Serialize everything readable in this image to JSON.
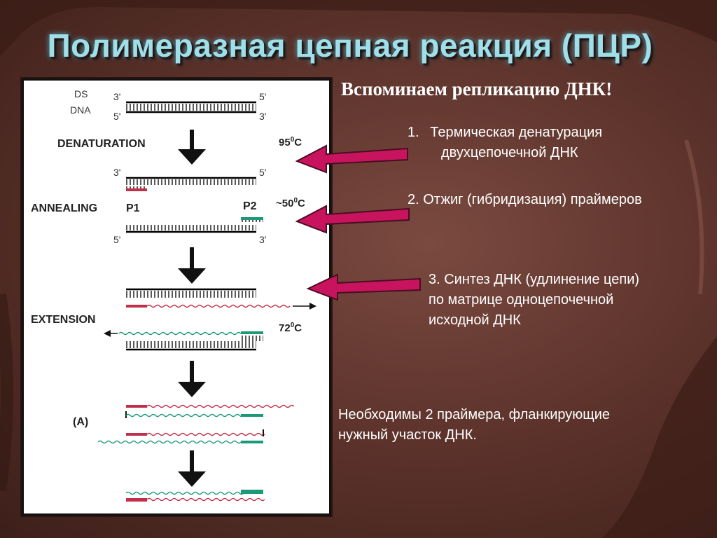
{
  "slide": {
    "title": "Полимеразная цепная реакция (ПЦР)",
    "subtitle": "Вспоминаем репликацию ДНК!",
    "steps": [
      {
        "num": "1.",
        "line1": "Термическая денатурация",
        "line2": "двухцепочечной ДНК"
      },
      {
        "line1": "2. Отжиг (гибридизация) праймеров"
      },
      {
        "line1": "3. Синтез ДНК (удлинение цепи)",
        "line2": "по матрице одноцепочечной",
        "line3": "исходной ДНК"
      }
    ],
    "note": {
      "line1": "Необходимы 2 праймера, фланкирующие",
      "line2": "нужный участок ДНК."
    }
  },
  "diagram": {
    "ds": "DS",
    "dna": "DNA",
    "three_prime": "3'",
    "five_prime": "5'",
    "denaturation": "DENATURATION",
    "annealing": "ANNEALING",
    "extension": "EXTENSION",
    "p1": "P1",
    "p2": "P2",
    "panel_label": "(A)",
    "temp_denat": "95",
    "temp_anneal": "~50",
    "temp_ext": "72",
    "deg_sup": "0",
    "celsius": "C"
  },
  "colors": {
    "primer1": "#c0304a",
    "primer2": "#1a9a78",
    "arrow": "#c8145e",
    "title": "#9fdfe9"
  }
}
